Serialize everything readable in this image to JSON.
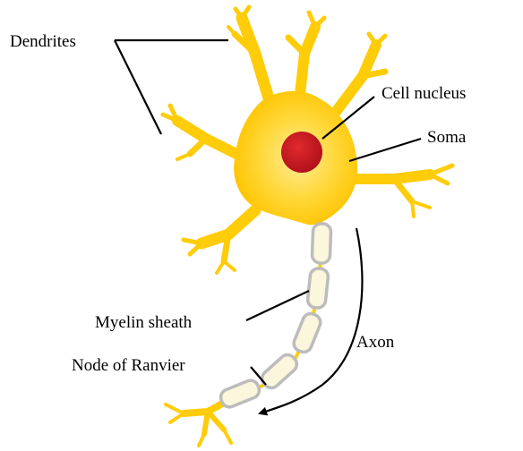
{
  "labels": {
    "dendrites": "Dendrites",
    "cell_nucleus": "Cell nucleus",
    "soma": "Soma",
    "myelin_sheath": "Myelin sheath",
    "node_of_ranvier": "Node of Ranvier",
    "axon": "Axon"
  },
  "colors": {
    "cell_body": "#ffd21a",
    "cell_body_center": "#ffe98a",
    "dendrite": "#ffcc0a",
    "nucleus": "#c7141b",
    "myelin_fill": "#fbf6dc",
    "myelin_stroke": "#bcbcbc",
    "lines": "#000000"
  }
}
